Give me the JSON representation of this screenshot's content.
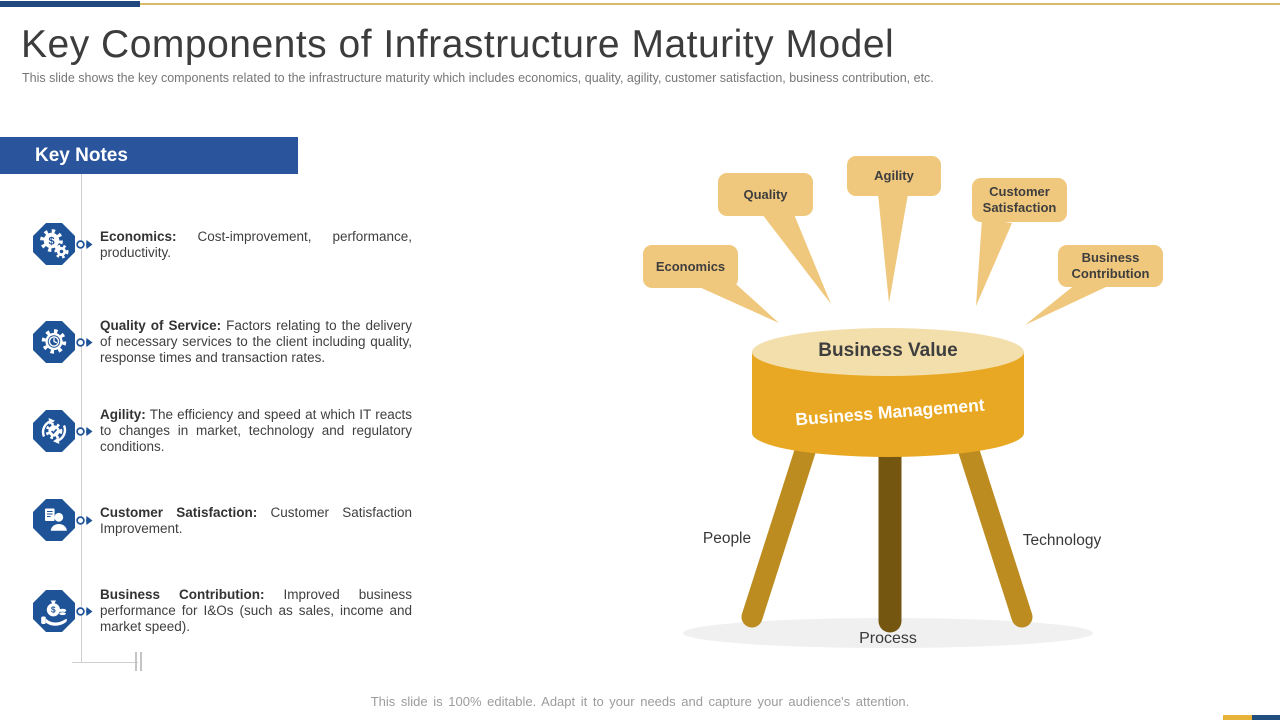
{
  "slide": {
    "title": "Key Components of Infrastructure Maturity Model",
    "subtitle": "This slide shows the key components related to the infrastructure maturity which includes economics, quality, agility,  customer satisfaction, business contribution, etc.",
    "footer": "This slide is 100% editable. Adapt it to your needs and capture your audience's attention."
  },
  "key_notes": {
    "header": "Key Notes",
    "items": [
      {
        "icon": "gears-dollar-icon",
        "label": "Economics:",
        "text": "Cost-improvement,  performance, productivity."
      },
      {
        "icon": "gear-clock-icon",
        "label": "Quality of Service:",
        "text": "Factors relating to the delivery of necessary services to the client including quality, response times and transaction rates."
      },
      {
        "icon": "gear-sync-icon",
        "label": "Agility:",
        "text": "The efficiency and speed at which IT reacts to changes in market, technology and regulatory conditions."
      },
      {
        "icon": "person-document-icon",
        "label": "Customer Satisfaction:",
        "text": "Customer Satisfaction Improvement."
      },
      {
        "icon": "hand-money-icon",
        "label": "Business Contribution:",
        "text": "Improved business performance for I&Os (such as sales, income and market speed)."
      }
    ]
  },
  "diagram": {
    "callouts": [
      {
        "label": "Economics"
      },
      {
        "label": "Quality"
      },
      {
        "label": "Agility"
      },
      {
        "label": "Customer Satisfaction"
      },
      {
        "label": "Business Contribution"
      }
    ],
    "platform_top_label": "Business Value",
    "platform_side_label": "Business Management",
    "leg_labels": [
      {
        "label": "People"
      },
      {
        "label": "Process"
      },
      {
        "label": "Technology"
      }
    ]
  },
  "colors": {
    "accent_blue": "#2A549B",
    "octagon_blue": "#1F5398",
    "navy_bar": "#21487E",
    "gold_line": "#D8BC68",
    "callout_gold": "#F0C87D",
    "cylinder_gold": "#E9A823",
    "cylinder_top_cream": "#F3DFAC",
    "leg_gold": "#BD8C20",
    "leg_dark": "#755610",
    "bottom_gold": "#E8B239",
    "bottom_navy": "#1F4E7F"
  }
}
